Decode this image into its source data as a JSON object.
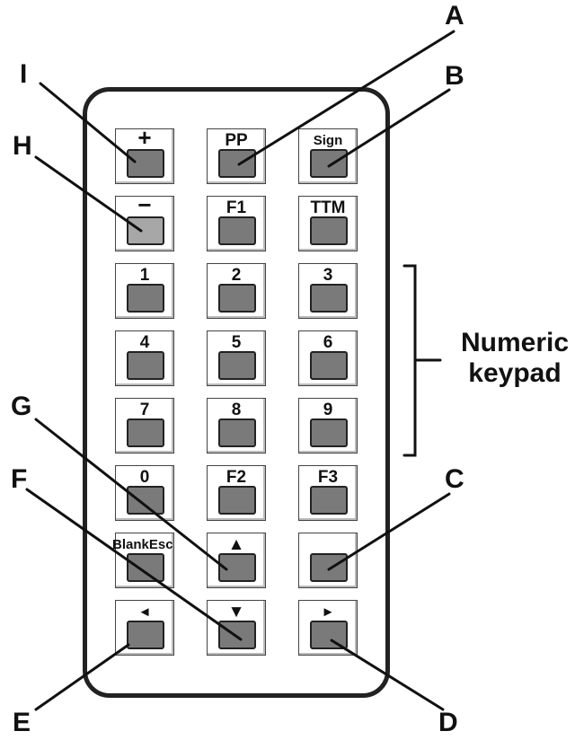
{
  "keys": [
    {
      "label": "+"
    },
    {
      "label": "PP"
    },
    {
      "label": "Sign"
    },
    {
      "label": "−"
    },
    {
      "label": "F1"
    },
    {
      "label": "TTM"
    },
    {
      "label": "1"
    },
    {
      "label": "2"
    },
    {
      "label": "3"
    },
    {
      "label": "4"
    },
    {
      "label": "5"
    },
    {
      "label": "6"
    },
    {
      "label": "7"
    },
    {
      "label": "8"
    },
    {
      "label": "9"
    },
    {
      "label": "0"
    },
    {
      "label": "F2"
    },
    {
      "label": "F3"
    },
    {
      "label": "BlankEsc"
    },
    {
      "label": "▲"
    },
    {
      "label": ""
    },
    {
      "label": "◄"
    },
    {
      "label": "▼"
    },
    {
      "label": "►"
    }
  ],
  "callouts": {
    "A": "A",
    "B": "B",
    "C": "C",
    "D": "D",
    "E": "E",
    "F": "F",
    "G": "G",
    "H": "H",
    "I": "I"
  },
  "bracket_caption": {
    "line1": "Numeric",
    "line2": "keypad"
  }
}
